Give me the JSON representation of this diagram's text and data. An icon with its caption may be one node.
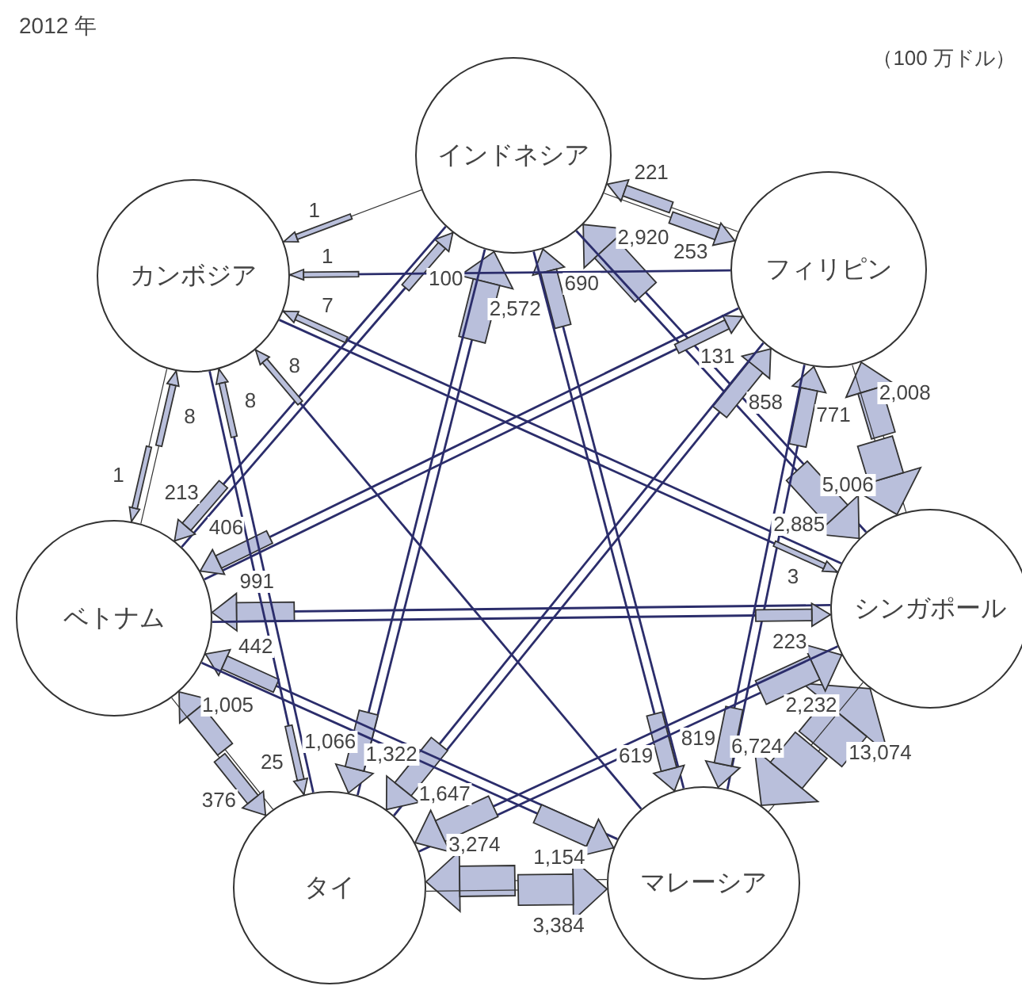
{
  "diagram": {
    "title": "2012 年",
    "nodes": [
      {
        "text": [
          "インドネシア"
        ]
      },
      {
        "text": [
          "フィリピン"
        ]
      },
      {
        "text": [
          "シンガポール"
        ]
      },
      {
        "text": [
          "マレーシア"
        ]
      },
      {
        "text": [
          "タイ"
        ]
      },
      {
        "text": [
          "ベトナム"
        ]
      },
      {
        "text": [
          "カンボジア"
        ]
      }
    ],
    "edges": [
      {
        "from": 1,
        "to": 0,
        "arrow": "to",
        "label": "221"
      },
      {
        "from": 0,
        "to": 1,
        "arrow": "to",
        "label": "253"
      },
      {
        "from": 2,
        "to": 1,
        "arrow": "to",
        "label": "2,008"
      },
      {
        "from": 1,
        "to": 2,
        "arrow": "to",
        "label": "5,006"
      },
      {
        "from": 3,
        "to": 2,
        "arrow": "to",
        "label": "13,074"
      },
      {
        "from": 2,
        "to": 3,
        "arrow": "to",
        "label": "6,724"
      },
      {
        "from": 3,
        "to": 4,
        "arrow": "to",
        "label": "3,274"
      },
      {
        "from": 4,
        "to": 3,
        "arrow": "to",
        "label": "3,384"
      },
      {
        "from": 4,
        "to": 5,
        "arrow": "to",
        "label": "1,005"
      },
      {
        "from": 5,
        "to": 4,
        "arrow": "to",
        "label": "376"
      },
      {
        "from": 5,
        "to": 6,
        "arrow": "to",
        "label": "8"
      },
      {
        "from": 6,
        "to": 5,
        "arrow": "to",
        "label": "1"
      },
      {
        "from": 0,
        "to": 6,
        "arrow": "to",
        "label": "1"
      },
      {
        "from": 2,
        "to": 0,
        "arrow": "to",
        "label": "2,920"
      },
      {
        "from": 0,
        "to": 2,
        "arrow": "to",
        "label": "2,885"
      },
      {
        "from": 3,
        "to": 1,
        "arrow": "to",
        "label": "771"
      },
      {
        "from": 1,
        "to": 3,
        "arrow": "to",
        "label": "819"
      },
      {
        "from": 4,
        "to": 0,
        "arrow": "to",
        "label": "2,572"
      },
      {
        "from": 0,
        "to": 4,
        "arrow": "to",
        "label": "1,066"
      },
      {
        "from": 3,
        "to": 0,
        "arrow": "to",
        "label": "690"
      },
      {
        "from": 0,
        "to": 3,
        "arrow": "to",
        "label": "619"
      },
      {
        "from": 5,
        "to": 0,
        "arrow": "to",
        "label": "100"
      },
      {
        "from": 0,
        "to": 5,
        "arrow": "to",
        "label": "213"
      },
      {
        "from": 1,
        "to": 6,
        "arrow": "to",
        "label": "1"
      },
      {
        "from": 5,
        "to": 1,
        "arrow": "to",
        "label": "131"
      },
      {
        "from": 1,
        "to": 5,
        "arrow": "to",
        "label": "406"
      },
      {
        "from": 4,
        "to": 1,
        "arrow": "to",
        "label": "858"
      },
      {
        "from": 1,
        "to": 4,
        "arrow": "to",
        "label": "1,322"
      },
      {
        "from": 2,
        "to": 6,
        "arrow": "to",
        "label": "7"
      },
      {
        "from": 6,
        "to": 2,
        "arrow": "to",
        "label": "3"
      },
      {
        "from": 2,
        "to": 5,
        "arrow": "to",
        "label": "991"
      },
      {
        "from": 5,
        "to": 2,
        "arrow": "to",
        "label": "223"
      },
      {
        "from": 4,
        "to": 2,
        "arrow": "to",
        "label": "2,232"
      },
      {
        "from": 2,
        "to": 4,
        "arrow": "to",
        "label": "1,647"
      },
      {
        "from": 3,
        "to": 6,
        "arrow": "to",
        "label": "8"
      },
      {
        "from": 3,
        "to": 5,
        "arrow": "to",
        "label": "442"
      },
      {
        "from": 5,
        "to": 3,
        "arrow": "to",
        "label": "1,154"
      },
      {
        "from": 4,
        "to": 6,
        "arrow": "to",
        "label": "8"
      },
      {
        "from": 6,
        "to": 4,
        "arrow": "to",
        "label": "25"
      }
    ],
    "labels": [
      "（100 万ドル）"
    ]
  }
}
